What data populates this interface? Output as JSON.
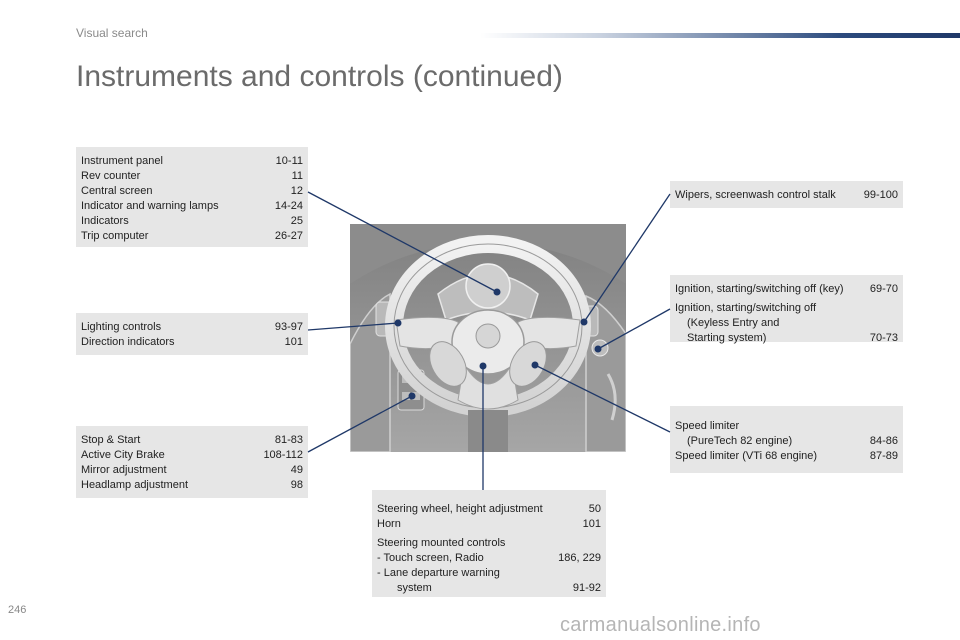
{
  "header": {
    "section": "Visual search",
    "title": "Instruments and controls (continued)"
  },
  "boxes": {
    "instruments": [
      {
        "label": "Instrument panel",
        "pages": "10-11"
      },
      {
        "label": "Rev counter",
        "pages": "11"
      },
      {
        "label": "Central screen",
        "pages": "12"
      },
      {
        "label": "Indicator and warning lamps",
        "pages": "14-24"
      },
      {
        "label": "Indicators",
        "pages": "25"
      },
      {
        "label": "Trip computer",
        "pages": "26-27"
      }
    ],
    "lighting": [
      {
        "label": "Lighting controls",
        "pages": "93-97"
      },
      {
        "label": "Direction indicators",
        "pages": "101"
      }
    ],
    "stop_start": [
      {
        "label": "Stop & Start",
        "pages": "81-83"
      },
      {
        "label": "Active City Brake",
        "pages": "108-112"
      },
      {
        "label": "Mirror adjustment",
        "pages": "49"
      },
      {
        "label": "Headlamp adjustment",
        "pages": "98"
      }
    ],
    "wipers": {
      "label": "Wipers, screenwash control stalk",
      "pages": "99-100"
    },
    "ignition": {
      "key_label": "Ignition, starting/switching off (key)",
      "key_pages": "69-70",
      "keyless_label_1": "Ignition, starting/switching off",
      "keyless_label_2": "(Keyless Entry and",
      "keyless_label_3": "Starting system)",
      "keyless_pages": "70-73"
    },
    "speed": {
      "label_1": "Speed limiter",
      "label_2": "(PureTech 82 engine)",
      "pages_1": "84-86",
      "label_3": "Speed limiter (VTi 68 engine)",
      "pages_2": "87-89"
    },
    "steering": {
      "height_label": "Steering wheel, height adjustment",
      "height_pages": "50",
      "horn_label": "Horn",
      "horn_pages": "101",
      "controls_label": "Steering mounted controls",
      "touch_label": "-   Touch screen, Radio",
      "touch_pages": "186, 229",
      "lane_label_1": "-   Lane departure warning",
      "lane_label_2": "system",
      "lane_pages": "91-92"
    }
  },
  "footer": {
    "page_number": "246",
    "watermark": "carmanualsonline.info"
  },
  "colors": {
    "box_bg": "#e6e6e6",
    "leader_line": "#1f3868",
    "title": "#6b6b6b"
  }
}
